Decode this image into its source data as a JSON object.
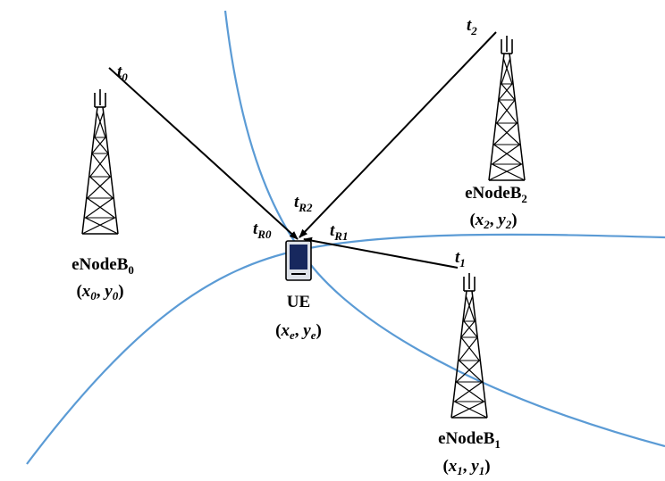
{
  "colors": {
    "curve": "#5b9bd5",
    "line": "#000000",
    "phone_screen": "#17285e",
    "phone_body": "#dde1e8"
  },
  "ue": {
    "name": "UE",
    "x": "x",
    "x_sub": "e",
    "y": "y",
    "y_sub": "e"
  },
  "towers": [
    {
      "name": "eNodeB",
      "index": "0",
      "x": "x",
      "x_sub": "0",
      "y": "y",
      "y_sub": "0",
      "tx_time": "t",
      "tx_sub": "0"
    },
    {
      "name": "eNodeB",
      "index": "1",
      "x": "x",
      "x_sub": "1",
      "y": "y",
      "y_sub": "1",
      "tx_time": "t",
      "tx_sub": "1"
    },
    {
      "name": "eNodeB",
      "index": "2",
      "x": "x",
      "x_sub": "2",
      "y": "y",
      "y_sub": "2",
      "tx_time": "t",
      "tx_sub": "2"
    }
  ],
  "receive_times": [
    {
      "t": "t",
      "sub": "R0"
    },
    {
      "t": "t",
      "sub": "R1"
    },
    {
      "t": "t",
      "sub": "R2"
    }
  ]
}
